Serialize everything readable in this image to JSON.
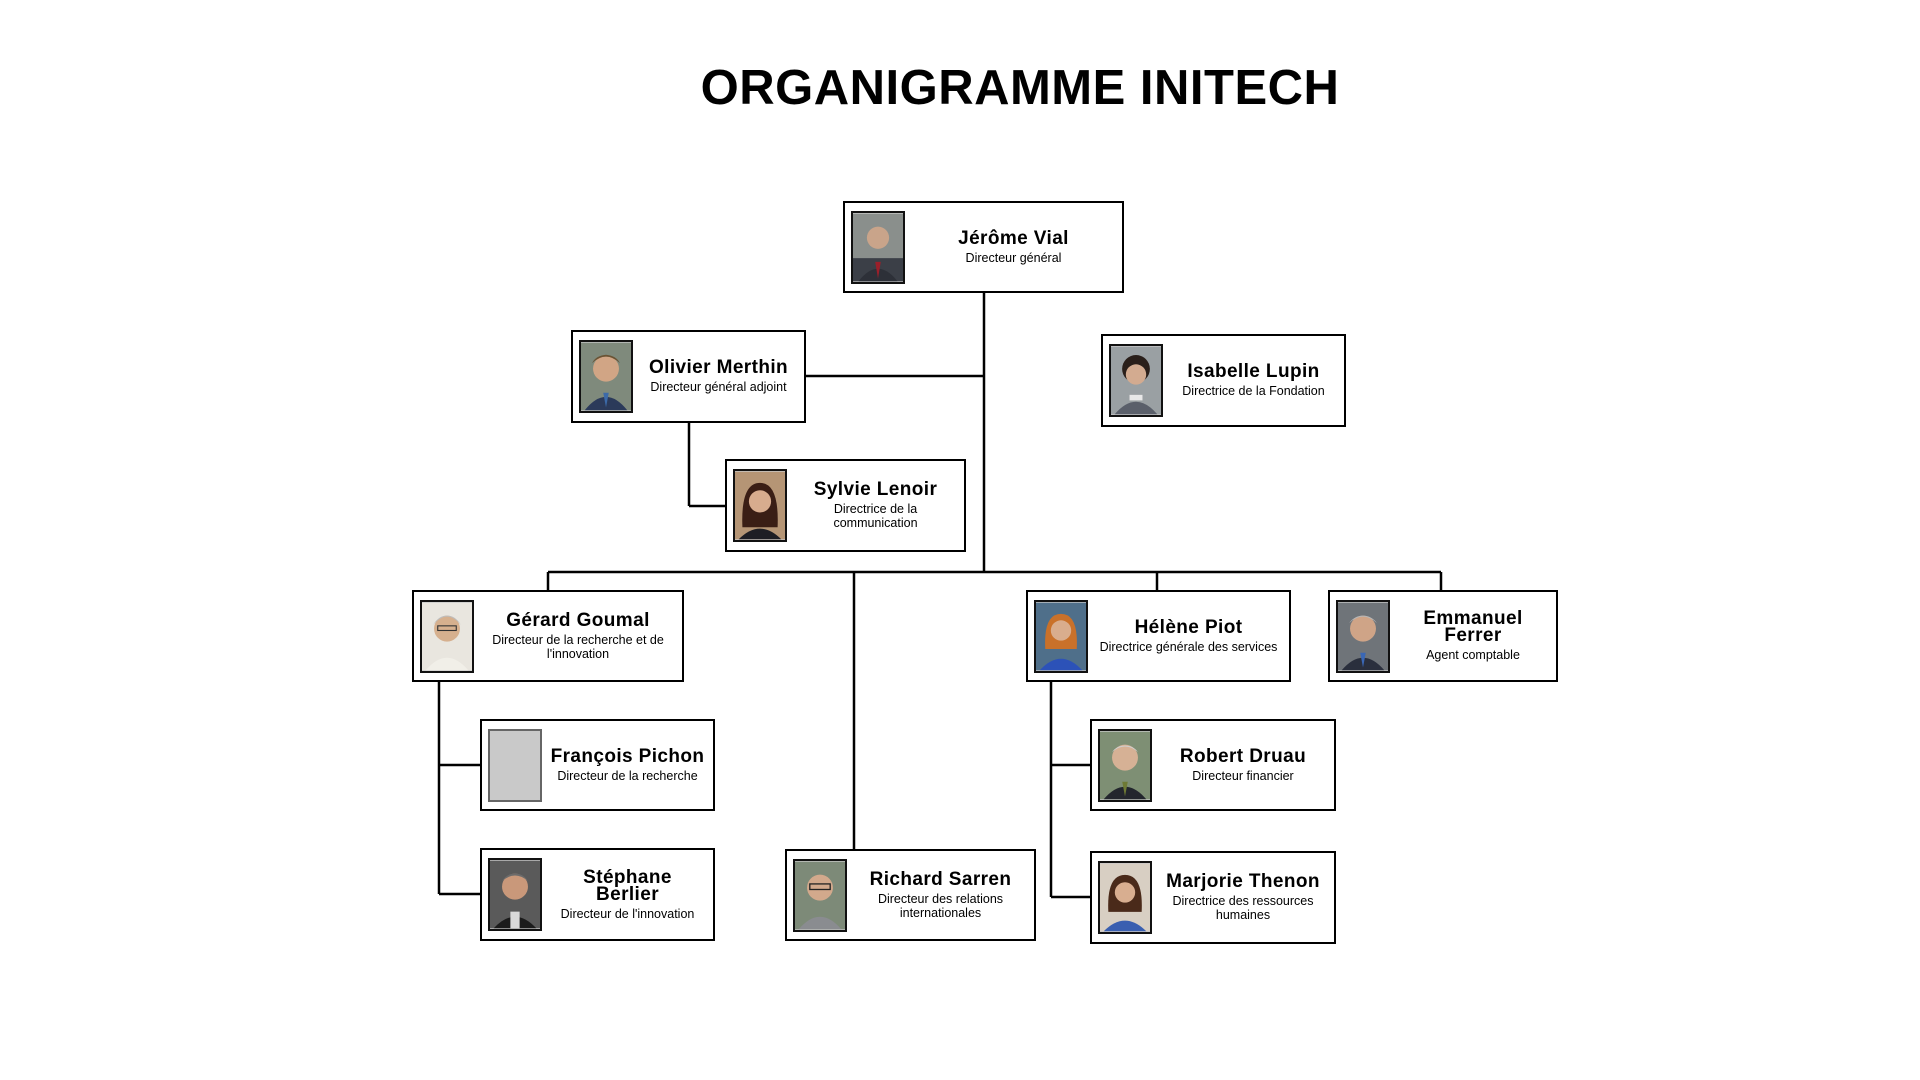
{
  "title": "ORGANIGRAMME INITECH",
  "people": {
    "vial": {
      "name": "Jérôme Vial",
      "role": "Directeur général"
    },
    "merthin": {
      "name": "Olivier Merthin",
      "role": "Directeur général adjoint"
    },
    "lupin": {
      "name": "Isabelle Lupin",
      "role": "Directrice de la Fondation"
    },
    "lenoir": {
      "name": "Sylvie Lenoir",
      "role": "Directrice de la communication"
    },
    "goumal": {
      "name": "Gérard Goumal",
      "role": "Directeur de la recherche et de l'innovation"
    },
    "piot": {
      "name": "Hélène Piot",
      "role": "Directrice générale des services"
    },
    "ferrer": {
      "name": "Emmanuel Ferrer",
      "role": "Agent comptable"
    },
    "pichon": {
      "name": "François Pichon",
      "role": "Directeur de la recherche"
    },
    "druau": {
      "name": "Robert Druau",
      "role": "Directeur financier"
    },
    "berlier": {
      "name": "Stéphane Berlier",
      "role": "Directeur de l'innovation"
    },
    "sarren": {
      "name": "Richard Sarren",
      "role": "Directeur des relations internationales"
    },
    "thenon": {
      "name": "Marjorie Thenon",
      "role": "Directrice des ressources humaines"
    }
  }
}
